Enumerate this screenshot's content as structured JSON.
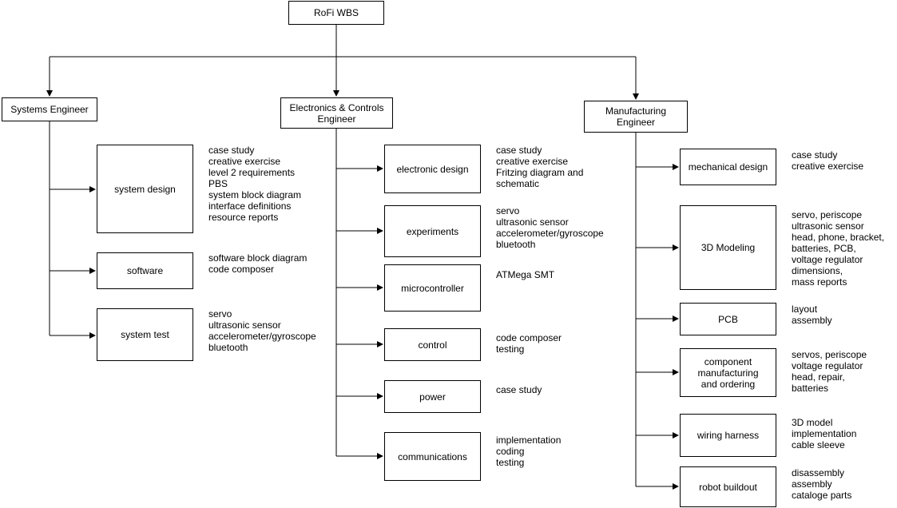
{
  "root": {
    "label": "RoFi WBS"
  },
  "roles": {
    "systems": {
      "label": "Systems Engineer"
    },
    "electronics": {
      "label": "Electronics & Controls\nEngineer"
    },
    "manufacturing": {
      "label": "Manufacturing\nEngineer"
    }
  },
  "systems_tasks": [
    {
      "label": "system design",
      "notes": [
        "case study",
        "creative exercise",
        "level 2 requirements",
        "PBS",
        "system block diagram",
        "interface definitions",
        "resource reports"
      ]
    },
    {
      "label": "software",
      "notes": [
        "software block diagram",
        "code composer"
      ]
    },
    {
      "label": "system test",
      "notes": [
        "servo",
        "ultrasonic sensor",
        "accelerometer/gyroscope",
        "bluetooth"
      ]
    }
  ],
  "electronics_tasks": [
    {
      "label": "electronic design",
      "notes": [
        "case study",
        "creative exercise",
        "Fritzing diagram and",
        "schematic"
      ]
    },
    {
      "label": "experiments",
      "notes": [
        "servo",
        "ultrasonic sensor",
        "accelerometer/gyroscope",
        "bluetooth"
      ]
    },
    {
      "label": "microcontroller",
      "notes": [
        "ATMega SMT"
      ]
    },
    {
      "label": "control",
      "notes": [
        "code composer",
        "testing"
      ]
    },
    {
      "label": "power",
      "notes": [
        "case study"
      ]
    },
    {
      "label": "communications",
      "notes": [
        "implementation",
        "coding",
        "testing"
      ]
    }
  ],
  "manufacturing_tasks": [
    {
      "label": "mechanical design",
      "notes": [
        "case study",
        "creative exercise"
      ]
    },
    {
      "label": "3D Modeling",
      "notes": [
        "servo, periscope",
        "ultrasonic sensor",
        "head, phone, bracket,",
        "batteries, PCB,",
        "voltage regulator",
        "dimensions,",
        "mass reports"
      ]
    },
    {
      "label": "PCB",
      "notes": [
        "layout",
        "assembly"
      ]
    },
    {
      "label": "component\nmanufacturing\nand ordering",
      "notes": [
        "servos, periscope",
        "voltage regulator",
        "head, repair,",
        "batteries"
      ]
    },
    {
      "label": "wiring harness",
      "notes": [
        "3D model",
        "implementation",
        "cable sleeve"
      ]
    },
    {
      "label": "robot buildout",
      "notes": [
        "disassembly",
        "assembly",
        "cataloge parts"
      ]
    }
  ]
}
